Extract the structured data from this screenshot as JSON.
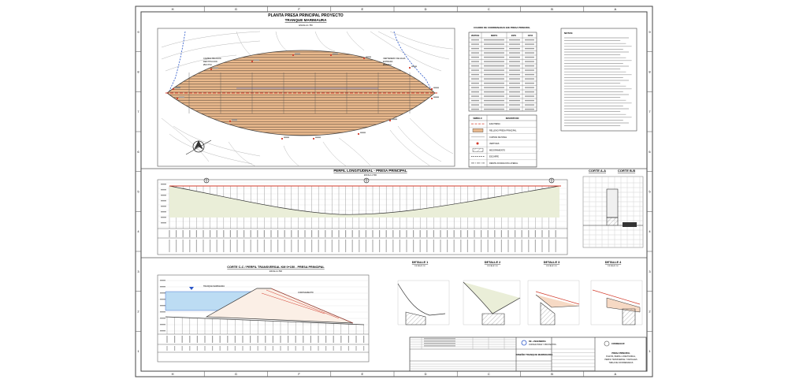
{
  "border": {
    "columns": [
      "H",
      "G",
      "F",
      "E",
      "D",
      "C",
      "B",
      "A"
    ],
    "rows": [
      "9",
      "8",
      "7",
      "6",
      "5",
      "4",
      "3",
      "2",
      "1"
    ]
  },
  "plan": {
    "title": "PLANTA PRESA PRINCIPAL PROYECTO",
    "subtitle": "TRANQUE MARIMAURA",
    "scale": "ESCALA 1:750",
    "left_label": [
      "CAMINO DE AGUA",
      "RESTITUCION",
      "Ø10 PVC"
    ],
    "right_label": [
      "VERTEDERO DE AGUA",
      "ENTRADA",
      "Ø10 PVC"
    ]
  },
  "coords_table": {
    "title": "CUADRO DE COORDENADAS EJE PRESA PRINCIPAL",
    "headers": [
      "VERTICE",
      "NORTE",
      "ESTE",
      "COTA"
    ]
  },
  "legend": {
    "headers": [
      "SIMBOLO",
      "DESCRIPCION"
    ],
    "items": [
      "EJE PRESA",
      "RELLENO PRESA PRINCIPAL",
      "CURVAS DE NIVEL",
      "VERTICES",
      "MEJORAMIENTO",
      "ESCARPE",
      "DIENTE FUNDACION LATERAL"
    ]
  },
  "notes_title": "NOTAS:",
  "long_profile": {
    "title": "PERFIL LONGITUDINAL - PRESA PRINCIPAL",
    "scale": "ESCALA 1:500"
  },
  "section_aa": "CORTE A-A",
  "section_bb": "CORTE B-B",
  "transverse": {
    "title": "CORTE C-C / PERFIL TRANSVERSAL KM 0+150 - PRESA PRINCIPAL",
    "scale": "ESCALA 1:500",
    "label_water": "TRANQUE MARIMAURA",
    "label_crest": "CORONAMIENTO"
  },
  "details": [
    {
      "title": "DETALLE 1",
      "scale": "ESCALA 1:50"
    },
    {
      "title": "DETALLE 2",
      "scale": "ESCALA 1:50"
    },
    {
      "title": "DETALLE 3",
      "scale": "ESCALA 1:50"
    },
    {
      "title": "DETALLE 4",
      "scale": "ESCALA 1:50"
    }
  ],
  "title_block": {
    "company": [
      "DE + INGENIERIA",
      "CONSULTORIA Y PROYECTOS"
    ],
    "project": "DISEÑO TRANQUE MARIMAURA",
    "sheet_title": [
      "PRESA PRINCIPAL",
      "PLANTA, PERFIL LONGITUDINAL,",
      "PERFIL TRANSVERSAL Y DETALLES",
      "TABLA DE COORDENADAS"
    ],
    "client_logo": "COMSEGUR"
  },
  "colors": {
    "line": "#333333",
    "fill": "#e9b98d",
    "water": "#bcdcf3",
    "axis": "#d23a2a",
    "canal": "#2a56c8",
    "ground": "#eaeed8"
  }
}
